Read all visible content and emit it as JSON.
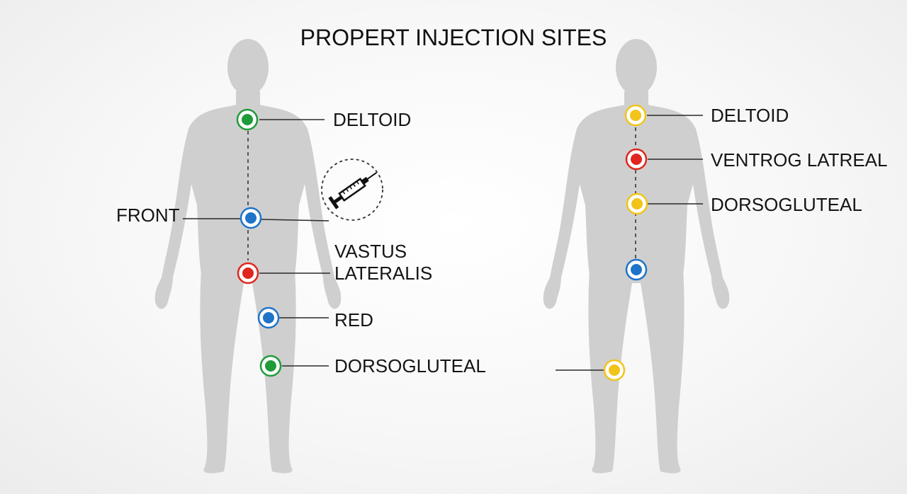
{
  "title": "PROPERT INJECTION SITES",
  "colors": {
    "green": "#1f9b3a",
    "blue": "#1f73c9",
    "red": "#e0261f",
    "yellow": "#f2c41a",
    "body": "#cfcfcf"
  },
  "front": {
    "side_label": "FRONT",
    "labels": {
      "deltoid": "DELTOID",
      "vastus_line1": "VASTUS",
      "vastus_line2": "LATERALIS",
      "red": "RED",
      "dorsogluteal": "DORSOGLUTEAL"
    },
    "markers": [
      {
        "name": "front-marker-deltoid",
        "color": "green"
      },
      {
        "name": "front-marker-abdomen",
        "color": "blue"
      },
      {
        "name": "front-marker-hip",
        "color": "red"
      },
      {
        "name": "front-marker-thigh",
        "color": "blue"
      },
      {
        "name": "front-marker-knee",
        "color": "green"
      }
    ],
    "syringe_icon": "syringe-icon"
  },
  "back": {
    "labels": {
      "deltoid": "DELTOID",
      "ventrogluteal": "VENTROG LATREAL",
      "dorsogluteal": "DORSOGLUTEAL"
    },
    "markers": [
      {
        "name": "back-marker-deltoid",
        "color": "yellow"
      },
      {
        "name": "back-marker-ventrogluteal",
        "color": "red"
      },
      {
        "name": "back-marker-dorsogluteal",
        "color": "yellow"
      },
      {
        "name": "back-marker-lower",
        "color": "blue"
      },
      {
        "name": "back-marker-knee",
        "color": "yellow"
      }
    ]
  }
}
